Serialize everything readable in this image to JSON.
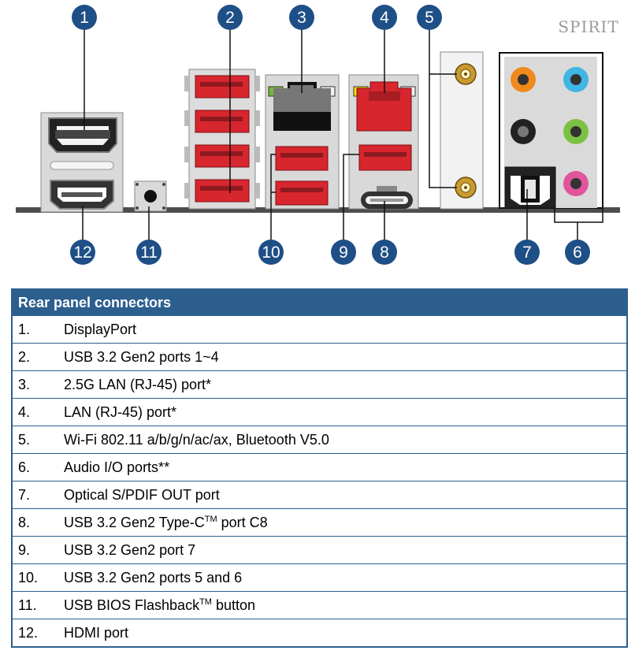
{
  "logo": "SPIRIT",
  "callouts": [
    "1",
    "2",
    "3",
    "4",
    "5",
    "6",
    "7",
    "8",
    "9",
    "10",
    "11",
    "12"
  ],
  "table": {
    "header": "Rear panel connectors",
    "rows": [
      {
        "num": "1.",
        "label": "DisplayPort",
        "sup": "",
        "suffix": ""
      },
      {
        "num": "2.",
        "label": "USB 3.2 Gen2 ports 1~4",
        "sup": "",
        "suffix": ""
      },
      {
        "num": "3.",
        "label": "2.5G LAN (RJ-45) port*",
        "sup": "",
        "suffix": ""
      },
      {
        "num": "4.",
        "label": "LAN (RJ-45) port*",
        "sup": "",
        "suffix": ""
      },
      {
        "num": "5.",
        "label": "Wi-Fi 802.11 a/b/g/n/ac/ax, Bluetooth V5.0",
        "sup": "",
        "suffix": ""
      },
      {
        "num": "6.",
        "label": "Audio I/O ports**",
        "sup": "",
        "suffix": ""
      },
      {
        "num": "7.",
        "label": "Optical S/PDIF OUT port",
        "sup": "",
        "suffix": ""
      },
      {
        "num": "8.",
        "label": "USB 3.2 Gen2 Type-C",
        "sup": "TM",
        "suffix": " port C8"
      },
      {
        "num": "9.",
        "label": "USB 3.2 Gen2 port 7",
        "sup": "",
        "suffix": ""
      },
      {
        "num": "10.",
        "label": "USB 3.2 Gen2 ports 5 and 6",
        "sup": "",
        "suffix": ""
      },
      {
        "num": "11.",
        "label": "USB BIOS Flashback",
        "sup": "TM",
        "suffix": " button"
      },
      {
        "num": "12.",
        "label": "HDMI port",
        "sup": "",
        "suffix": ""
      }
    ]
  },
  "colors": {
    "callout": "#1e4f86",
    "header": "#2c5f8e",
    "usb_red": "#d8262e",
    "audio_orange": "#f08a1c",
    "audio_blue": "#3fb6e3",
    "audio_green": "#7cc242",
    "audio_pink": "#e0559c",
    "audio_black": "#222222",
    "led_green": "#74b83a",
    "led_yellow": "#ffe600",
    "antenna_gold": "#c99a2e"
  }
}
